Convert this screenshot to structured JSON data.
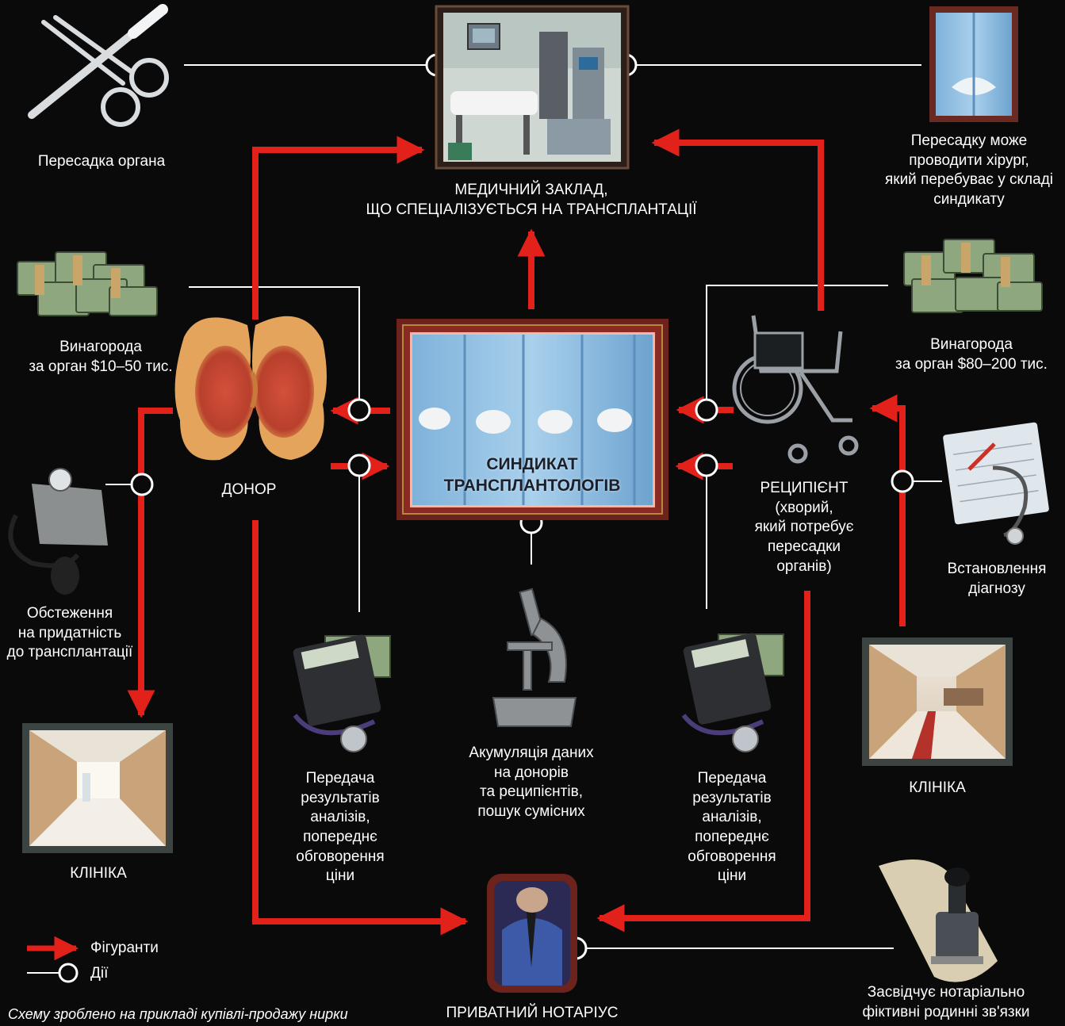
{
  "colors": {
    "background": "#0a0a0a",
    "figurants_arrow": "#e3211b",
    "actions_line": "#ffffff",
    "frame": "#8a2a22"
  },
  "labels": {
    "organ_transplant": "Пересадка органа",
    "medical_facility": "МЕДИЧНИЙ ЗАКЛАД,\nЩО СПЕЦІАЛІЗУЄТЬСЯ НА ТРАНСПЛАНТАЦІЇ",
    "surgeon_note": "Пересадку може\nпроводити хірург,\nякий перебуває у складі\nсиндикату",
    "donor_reward": "Винагорода\nза орган $10–50 тис.",
    "recipient_reward": "Винагорода\nза орган $80–200 тис.",
    "donor": "ДОНОР",
    "syndicate": "СИНДИКАТ\nТРАНСПЛАНТОЛОГІВ",
    "recipient": "РЕЦИПІЄНТ\n(хворий,\nякий потребує\nпересадки\nорганів)",
    "diagnosis": "Встановлення\nдіагнозу",
    "examination": "Обстеження\nна придатність\nдо трансплантації",
    "transfer_left": "Передача\nрезультатів\nаналізів,\nпопереднє\nобговорення\nціни",
    "transfer_right": "Передача\nрезультатів\nаналізів,\nпопереднє\nобговорення\nціни",
    "accumulation": "Акумуляція даних\nна донорів\nта реципієнтів,\nпошук сумісних",
    "clinic_left": "КЛІНІКА",
    "clinic_right": "КЛІНІКА",
    "notary": "ПРИВАТНИЙ НОТАРІУС",
    "notary_note": "Засвідчує нотаріально\nфіктивні родинні зв'язки",
    "caption": "Схему зроблено на прикладі купівлі-продажу нирки"
  },
  "legend": {
    "figurants": "Фігуранти",
    "actions": "Дії"
  },
  "icons": [
    "scalpel-scissors-icon",
    "surgeon-gown-icon",
    "money-stack-icon",
    "kidney-icon",
    "wheelchair-icon",
    "tonometer-icon",
    "clipboard-stethoscope-icon",
    "calculator-money-icon",
    "microscope-icon",
    "hospital-corridor-icon",
    "notary-person-icon",
    "notary-stamp-icon",
    "operating-room-icon",
    "syndicate-surgeons-icon"
  ]
}
